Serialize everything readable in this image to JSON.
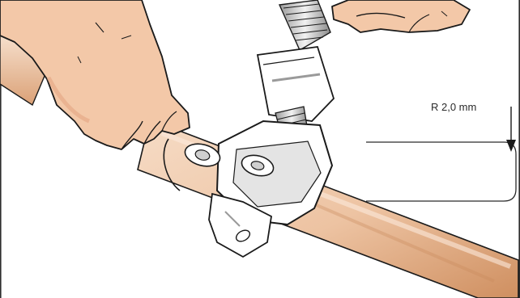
{
  "annotation": {
    "radius_label": "R 2,0 mm"
  },
  "colors": {
    "background": "#ffffff",
    "outline": "#1a1a1a",
    "skin": "#f3c8a8",
    "skin_shadow": "#e6a987",
    "pipe_light": "#f6dcc6",
    "pipe_mid": "#e9b58d",
    "pipe_dark": "#c98a5c",
    "tool_body": "#ffffff",
    "tool_shade": "#d9d9d9",
    "frame": "#2d2d2d"
  },
  "icons": {
    "hand_left": "left-hand-gripping-pipe",
    "hand_right": "right-hand-turning-knob",
    "tool": "pipe-cutter",
    "pipe": "copper-pipe",
    "detail": "pipe-end-radius-detail",
    "arrow": "down-arrow"
  }
}
